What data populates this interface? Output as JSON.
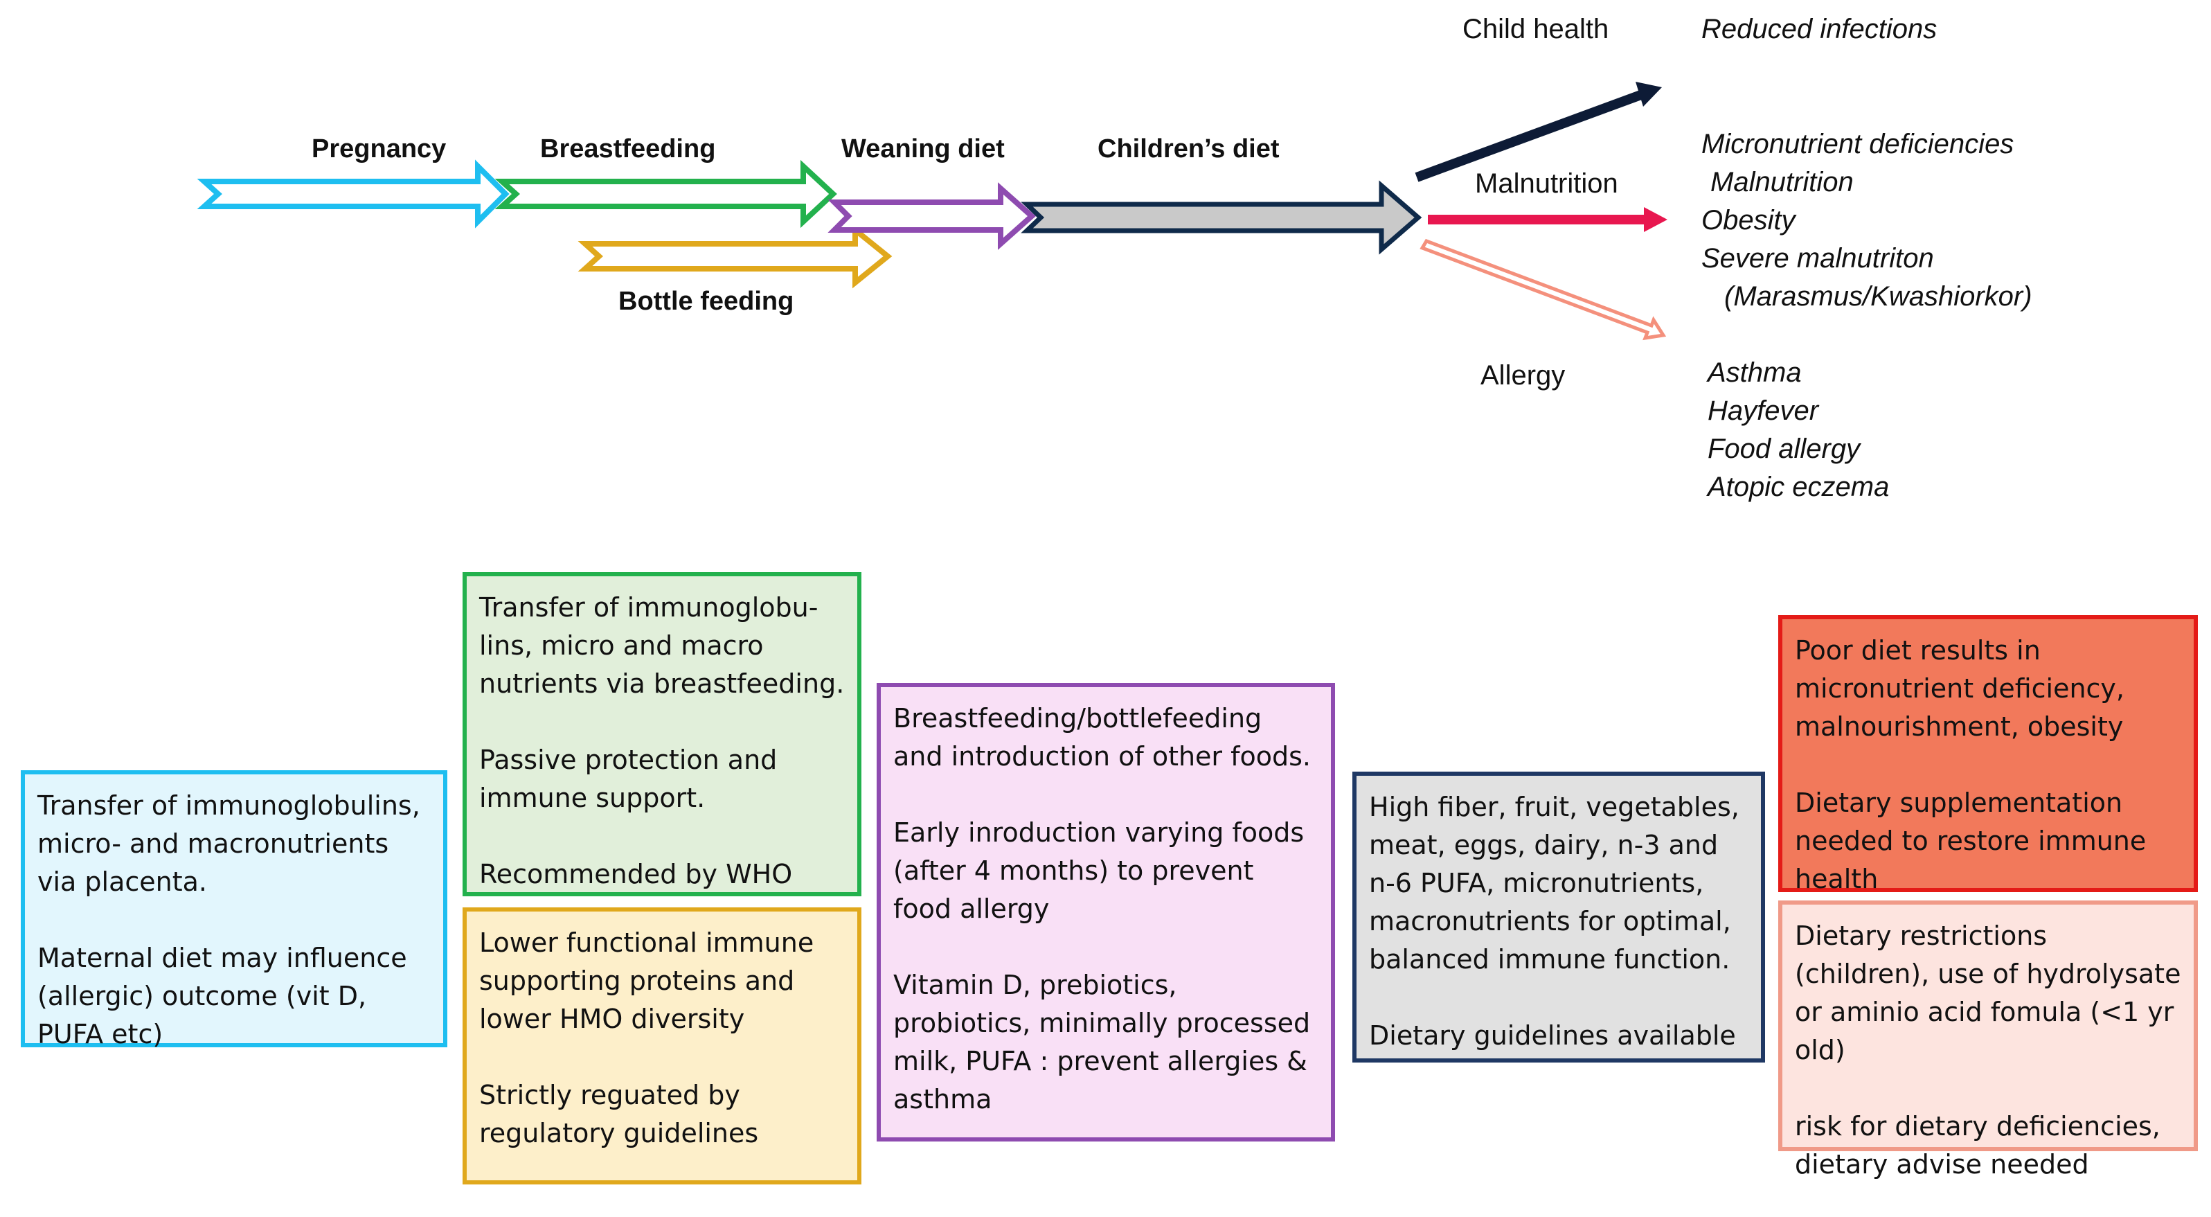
{
  "stages": {
    "pregnancy": "Pregnancy",
    "breastfeeding": "Breastfeeding",
    "weaning": "Weaning diet",
    "children": "Children’s diet",
    "bottle": "Bottle feeding"
  },
  "branches": {
    "child_health": "Child health",
    "malnutrition": "Malnutrition",
    "allergy": "Allergy"
  },
  "outcomes": {
    "child_health": [
      "Reduced infections"
    ],
    "malnutrition": [
      "Micronutrient deficiencies",
      "Malnutrition",
      "Obesity",
      "Severe malnutriton",
      "(Marasmus/Kwashiorkor)"
    ],
    "allergy": [
      "Asthma",
      "Hayfever",
      "Food allergy",
      "Atopic eczema"
    ]
  },
  "boxes": {
    "pregnancy": {
      "p1": "Transfer of immunoglobulins, micro- and macronutrients via placenta.",
      "p2": "Maternal diet may influence (allergic) outcome (vit D, PUFA etc)"
    },
    "breastfeeding": {
      "p1": "Transfer of immunoglobu-lins, micro and macro nutrients via breastfeeding.",
      "p2": "Passive protection and immune support.",
      "p3": "Recommended by WHO"
    },
    "bottle": {
      "p1": "Lower functional immune supporting proteins and lower HMO diversity",
      "p2": "Strictly reguated by regulatory guidelines"
    },
    "weaning": {
      "p1": "Breastfeeding/bottlefeeding and introduction of other foods.",
      "p2": "Early inroduction varying foods (after 4 months) to prevent food allergy",
      "p3": "Vitamin D, prebiotics, probiotics, minimally processed milk, PUFA : prevent allergies & asthma"
    },
    "children": {
      "p1": "High fiber, fruit, vegetables, meat, eggs, dairy, n-3 and n-6 PUFA, micronutrients, macronutrients for optimal, balanced immune function.",
      "p2": "Dietary guidelines available"
    },
    "poor_diet": {
      "p1": "Poor diet results in micronutrient deficiency, malnourishment, obesity",
      "p2": "Dietary supplementation needed to restore immune health"
    },
    "restrictions": {
      "p1": "Dietary restrictions (children), use of hydrolysate or aminio acid fomula (<1 yr old)",
      "p2": "risk for dietary deficiencies, dietary advise needed"
    }
  },
  "colors": {
    "pregnancy": "#1ebef0",
    "breastfeeding": "#23b14d",
    "bottle": "#e0a81c",
    "weaning": "#8e4bb0",
    "children": "#1f3864",
    "child_health": "#0d1b36",
    "malnutrition": "#e8174f",
    "allergy": "#f4907c"
  }
}
